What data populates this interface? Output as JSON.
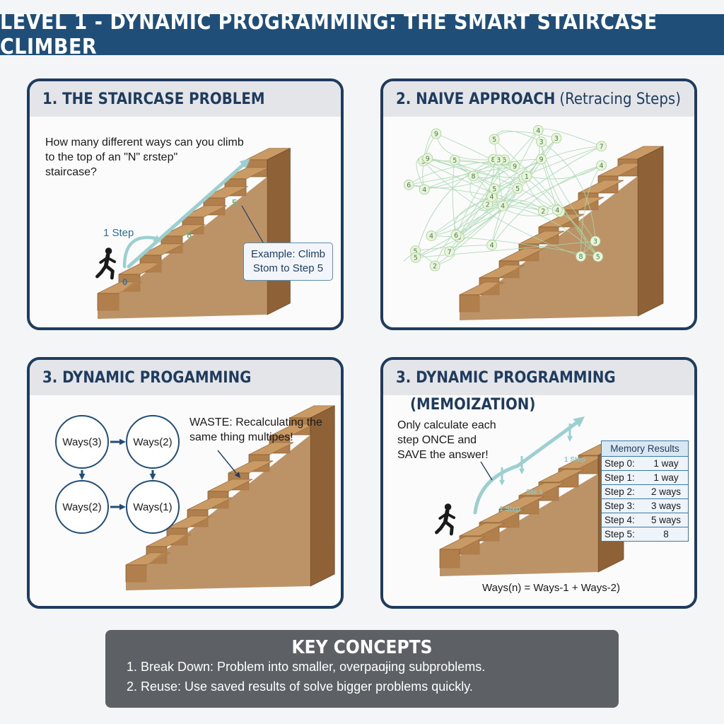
{
  "title": "LEVEL 1 - DYNAMIC PROGRAMMING: THE SMART STAIRCASE CLIMBER",
  "panel1": {
    "heading": "1. THE STAIRCASE PROBLEM",
    "question": [
      "How many different ways can you climb",
      "to the top of an \"N\" ɛrstep\"",
      "staircase?"
    ],
    "step_label": "1 Step",
    "start_digit": "0",
    "stair_digits": [
      "6",
      "5"
    ],
    "callout": [
      "Example: Climb",
      "Stom to Step 5"
    ]
  },
  "panel2": {
    "heading": "2. NAIVE APPROACH",
    "heading_suffix": "(Retracing Steps)",
    "graph_labels": [
      "4",
      "3",
      "5",
      "5",
      "6",
      "3",
      "4",
      "5",
      "3",
      "5",
      "9",
      "5",
      "4",
      "7",
      "2",
      "9",
      "2",
      "8",
      "9",
      "4",
      "8",
      "5",
      "7",
      "3",
      "1",
      "3",
      "9",
      "5",
      "6",
      "2",
      "4",
      "4",
      "4",
      "5",
      "5",
      "3",
      "6",
      "8",
      "3",
      "4"
    ]
  },
  "panel3": {
    "heading": "3. DYNAMIC PROGAMMING",
    "nodes": [
      "Ways(3)",
      "Ways(2)",
      "Ways(2)",
      "Ways(1)"
    ],
    "waste_note": [
      "WASTE: Recalculating the",
      "same thing multipes!"
    ]
  },
  "panel4": {
    "heading": "3. DYNAMIC PROGRAMMING",
    "subheading": "(MEMOIZATION)",
    "note": [
      "Only calculate each",
      "step ONCE and",
      "SAVE the answer!"
    ],
    "stair_notes": [
      "1 Step",
      "Ste 1",
      "1 Step"
    ],
    "memo_title": "Memory Results",
    "memo_rows": [
      {
        "step": "Step 0:",
        "ways": "1 way"
      },
      {
        "step": "Step 1:",
        "ways": "1 way"
      },
      {
        "step": "Step 2:",
        "ways": "2 ways"
      },
      {
        "step": "Step 3:",
        "ways": "3 ways"
      },
      {
        "step": "Step 4:",
        "ways": "5 ways"
      },
      {
        "step": "Step 5:",
        "ways": "8"
      }
    ],
    "formula": "Ways(n) = Ways-1 + Ways-2)"
  },
  "key": {
    "title": "KEY CONCEPTS",
    "items": [
      "1. Break Down: Problem into smaller, overpaɑɉing subproblems.",
      "2. Reuse: Use saved results of solve bigger problems quickly."
    ]
  },
  "colors": {
    "banner": "#1f4e79",
    "panel_border": "#1f3c5e",
    "stair_top": "#c99a64",
    "stair_front": "#b07f4c",
    "stair_side": "#8e6236",
    "arrow": "#9ccfd0",
    "graph_line": "#a8d8b0"
  }
}
